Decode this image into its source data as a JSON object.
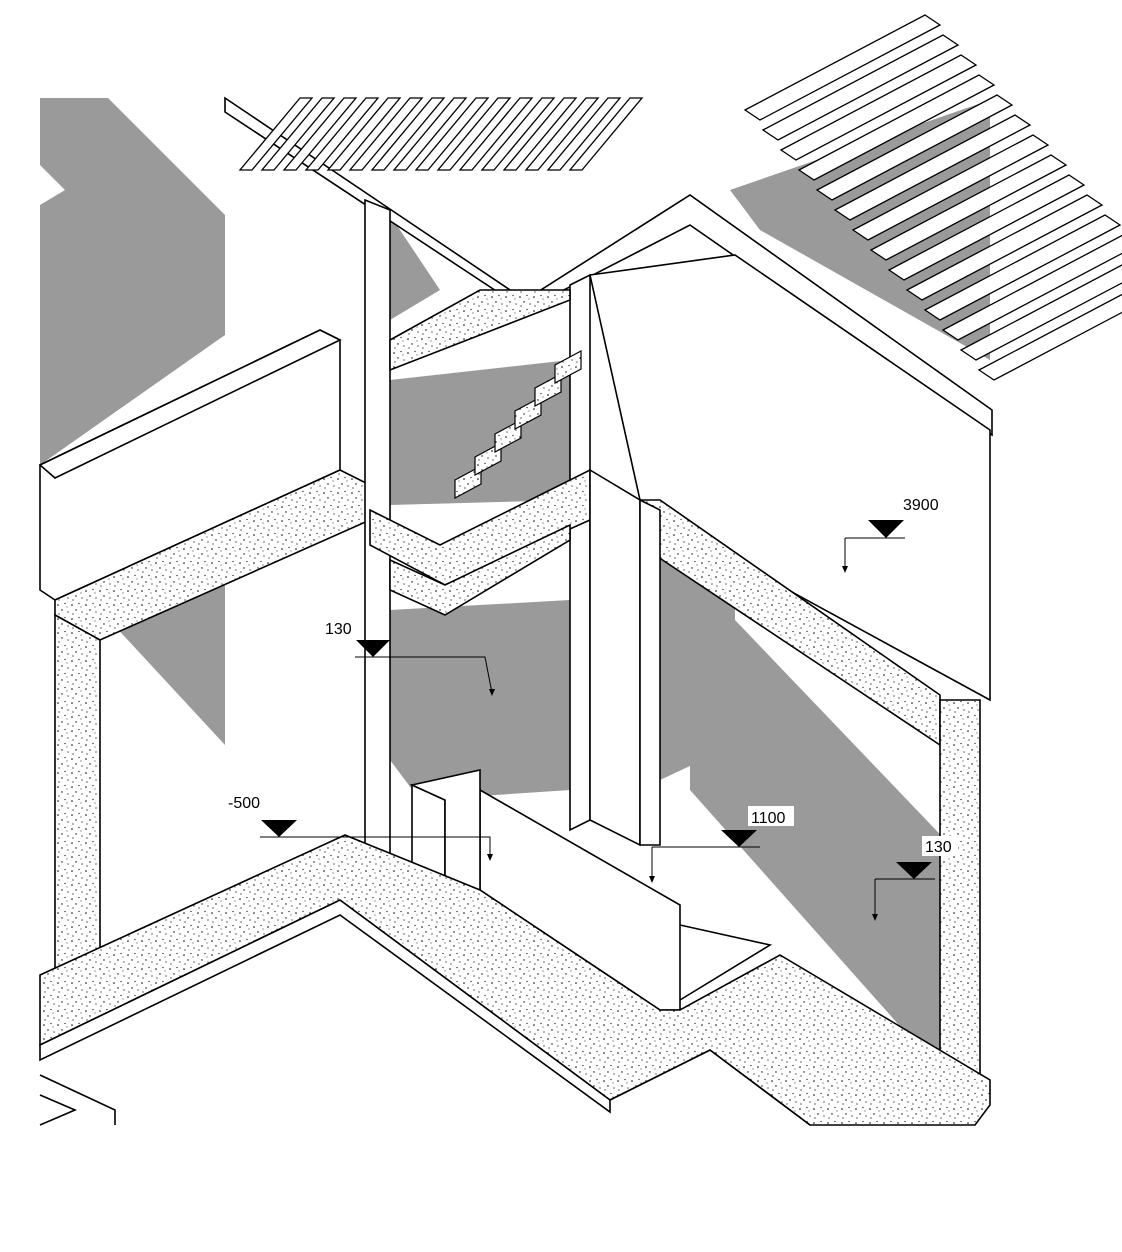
{
  "elevation_markers": [
    {
      "id": "elev-3900",
      "label": "3900"
    },
    {
      "id": "elev-130-upper",
      "label": "130"
    },
    {
      "id": "elev-minus-500",
      "label": "-500"
    },
    {
      "id": "elev-1100",
      "label": "1100"
    },
    {
      "id": "elev-130-lower",
      "label": "130"
    }
  ],
  "colors": {
    "shadow": "#9a9a9a",
    "line": "#000000",
    "paper": "#ffffff"
  }
}
